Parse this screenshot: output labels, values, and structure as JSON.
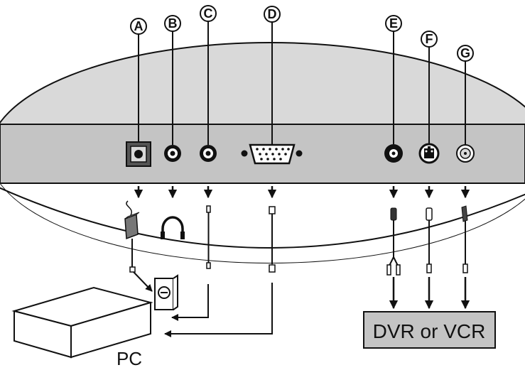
{
  "callouts": {
    "a": "A",
    "b": "B",
    "c": "C",
    "d": "D",
    "e": "E",
    "f": "F",
    "g": "G"
  },
  "devices": {
    "pc_label": "PC",
    "dvr_label": "DVR or VCR"
  },
  "colors": {
    "monitor_fill": "#d9d9d9",
    "panel_fill": "#c4c4c4",
    "box_fill": "#c4c4c4",
    "line": "#111111"
  }
}
